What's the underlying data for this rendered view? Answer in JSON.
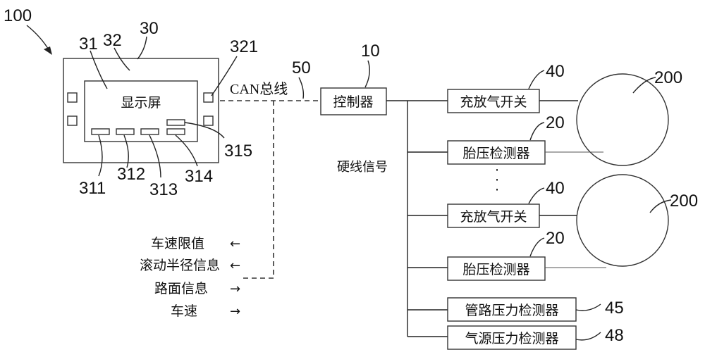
{
  "refs": {
    "system": "100",
    "panel": "30",
    "display_ref": "31",
    "frame_ref": "32",
    "connector_ref": "321",
    "bus_ref": "50",
    "controller_ref": "10",
    "valve_ref_1": "40",
    "valve_ref_2": "40",
    "tire_ref_1": "200",
    "tire_ref_2": "200",
    "sensor_ref_1": "20",
    "sensor_ref_2": "20",
    "pipe_ref": "45",
    "source_ref": "48",
    "key_1": "311",
    "key_2": "312",
    "key_3": "313",
    "key_4": "314",
    "key_5": "315"
  },
  "labels": {
    "display": "显示屏",
    "can_bus": "CAN总线",
    "controller": "控制器",
    "valve": "充放气开关",
    "sensor": "胎压检测器",
    "hardwire": "硬线信号",
    "pipe_sensor": "管路压力检测器",
    "source_sensor": "气源压力检测器",
    "ellipsis": "·"
  },
  "signals": [
    {
      "label": "车速限值",
      "arrow": "←"
    },
    {
      "label": "滚动半径信息",
      "arrow": "←"
    },
    {
      "label": "路面信息",
      "arrow": "→"
    },
    {
      "label": "车速",
      "arrow": "→"
    }
  ]
}
